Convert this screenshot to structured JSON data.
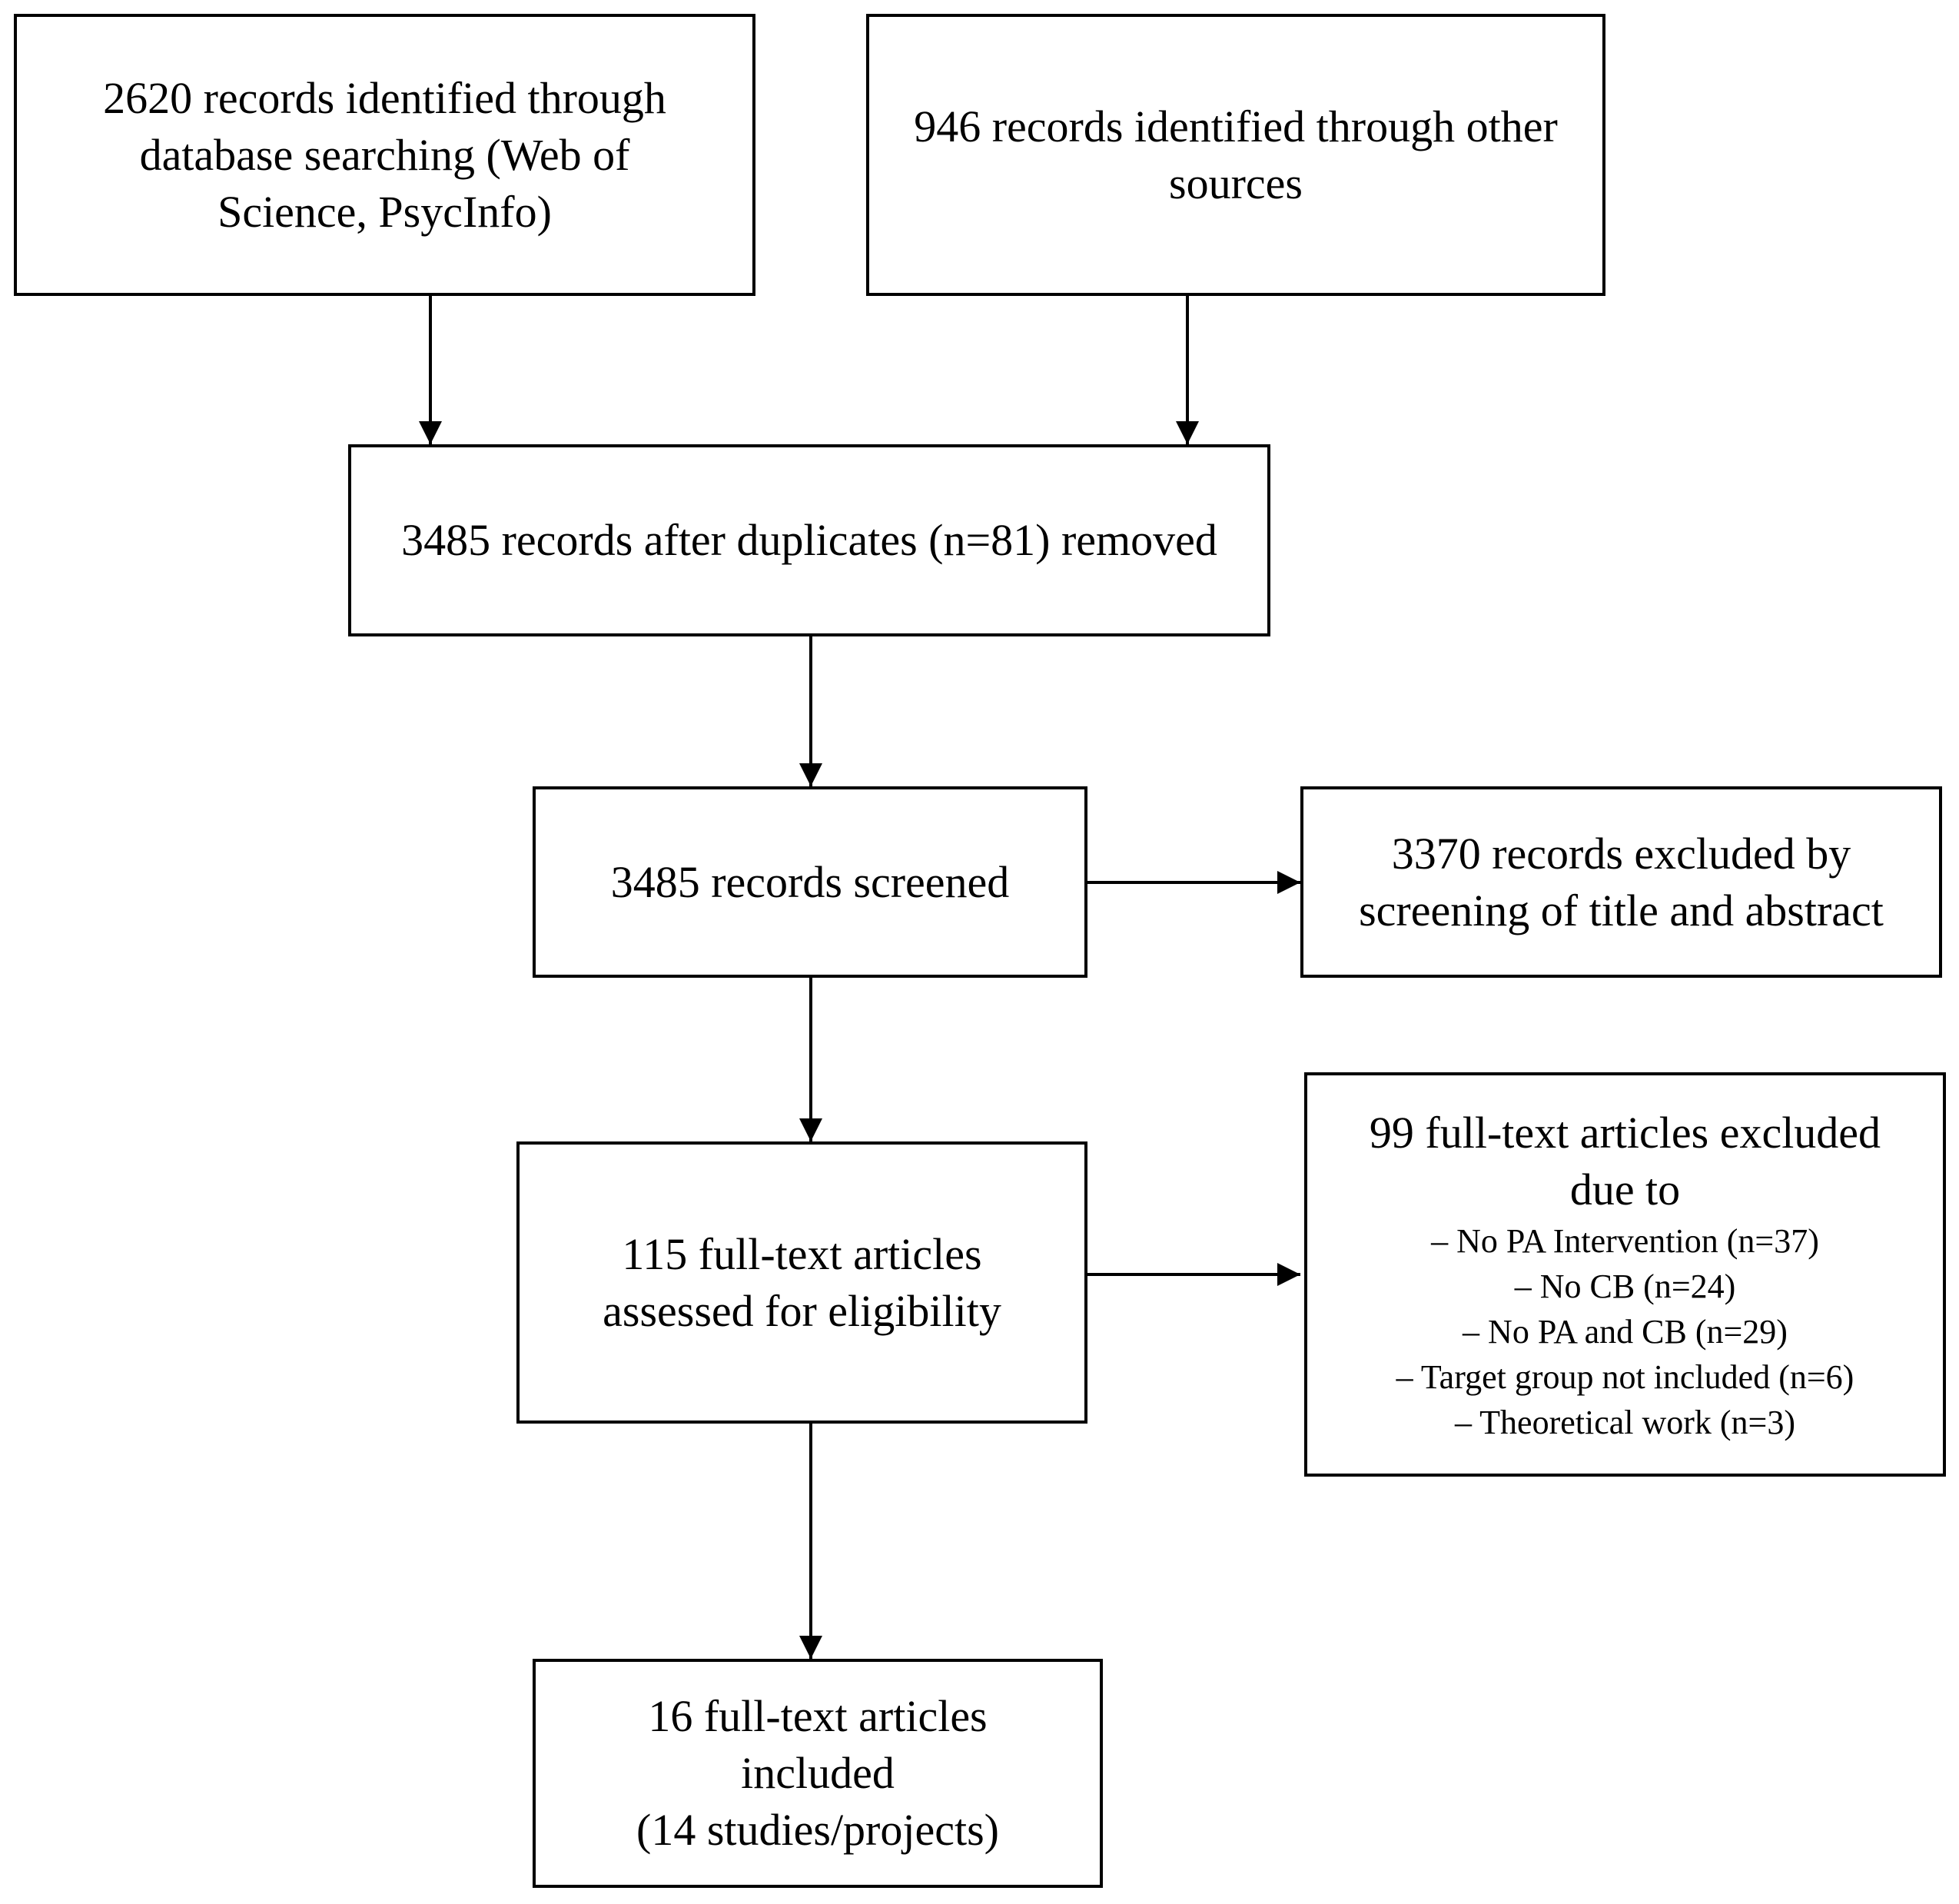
{
  "boxes": {
    "identified_database": {
      "lines": [
        "2620  records identified through",
        "database searching (Web of",
        "Science, PsycInfo)"
      ]
    },
    "identified_other": {
      "lines": [
        "946  records identified through other",
        "sources"
      ]
    },
    "after_duplicates": {
      "lines": [
        "3485  records after duplicates (n=81) removed"
      ]
    },
    "screened": {
      "lines": [
        "3485  records screened"
      ]
    },
    "excluded_screening": {
      "lines": [
        "3370  records excluded by",
        "screening of title and abstract"
      ]
    },
    "assessed": {
      "lines": [
        "115  full-text articles",
        "assessed for eligibility"
      ]
    },
    "excluded_fulltext": {
      "heading": [
        "99  full-text articles excluded",
        "due to"
      ],
      "reasons": [
        "– No PA Intervention  (n=37)",
        "– No CB (n=24)",
        "– No PA and CB (n=29)",
        "– Target group not included (n=6)",
        "– Theoretical work (n=3)"
      ]
    },
    "included": {
      "lines": [
        "16  full-text articles",
        "included",
        "(14 studies/projects)"
      ]
    }
  },
  "colors": {
    "stroke": "#000000",
    "background": "#ffffff"
  }
}
